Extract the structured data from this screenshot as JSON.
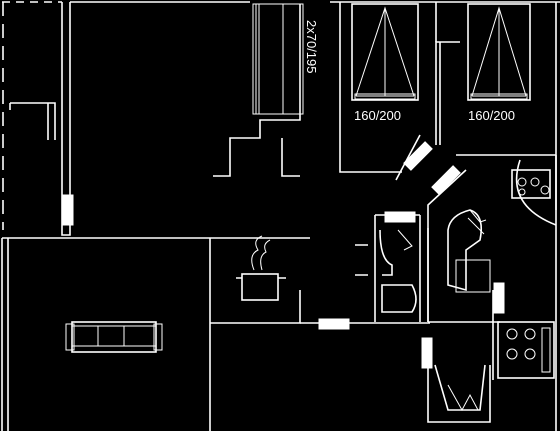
{
  "labels": {
    "bed_left": "160/200",
    "bed_right": "160/200",
    "wardrobe": "2x70/195"
  },
  "icons": [
    "bed-icon",
    "sofa-icon",
    "cooking-pot-icon",
    "toilet-icon",
    "bathtub-icon",
    "sink-icon",
    "shower-icon",
    "washing-machine-icon",
    "stove-icon",
    "door-marker-icon"
  ],
  "colors": {
    "background": "#000000",
    "lines": "#ffffff"
  }
}
